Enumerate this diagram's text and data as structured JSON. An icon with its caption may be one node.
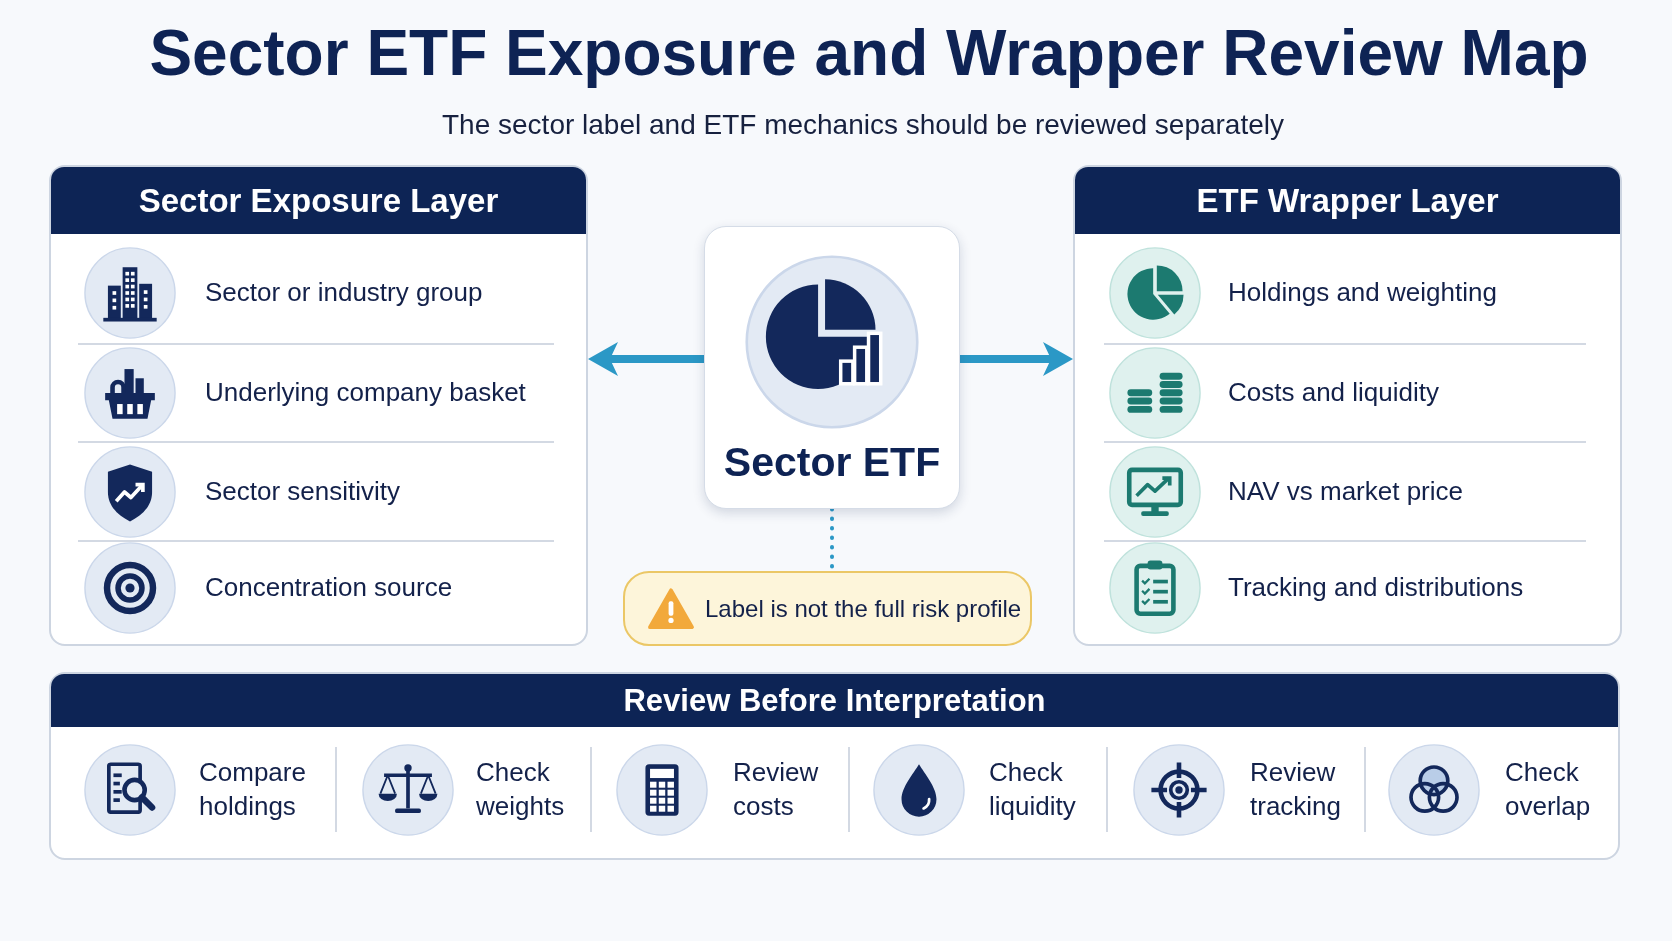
{
  "diagram": {
    "title": "Sector ETF Exposure and Wrapper Review Map",
    "nodes": [
      {
        "text": [
          "Sector Exposure Layer"
        ]
      },
      {
        "text": [
          "Sector or industry group"
        ],
        "in": 0
      },
      {
        "text": [
          "Underlying company basket"
        ],
        "in": 0
      },
      {
        "text": [
          "Sector sensitivity"
        ],
        "in": 0
      },
      {
        "text": [
          "Concentration source"
        ],
        "in": 0
      },
      {
        "text": [
          "Sector ETF"
        ]
      },
      {
        "text": [
          "Label is not the full risk profile"
        ]
      },
      {
        "text": [
          "ETF Wrapper Layer"
        ]
      },
      {
        "text": [
          "Holdings and weighting"
        ],
        "in": 7
      },
      {
        "text": [
          "Costs and liquidity"
        ],
        "in": 7
      },
      {
        "text": [
          "NAV vs market price"
        ],
        "in": 7
      },
      {
        "text": [
          "Tracking and distributions"
        ],
        "in": 7
      },
      {
        "text": [
          "Review Before Interpretation"
        ]
      },
      {
        "text": [
          "Compare holdings"
        ],
        "in": 12
      },
      {
        "text": [
          "Check weights"
        ],
        "in": 12
      },
      {
        "text": [
          "Review costs"
        ],
        "in": 12
      },
      {
        "text": [
          "Check liquidity"
        ],
        "in": 12
      },
      {
        "text": [
          "Review tracking"
        ],
        "in": 12
      },
      {
        "text": [
          "Check overlap"
        ],
        "in": 12
      }
    ],
    "edges": [
      {
        "from": 5,
        "to": 0,
        "arrow": "to"
      },
      {
        "from": 5,
        "to": 7,
        "arrow": "to"
      },
      {
        "from": 5,
        "to": 6,
        "arrow": "none",
        "style": "dashed"
      }
    ],
    "labels": [
      "The sector label and ETF mechanics should be reviewed separately"
    ]
  }
}
